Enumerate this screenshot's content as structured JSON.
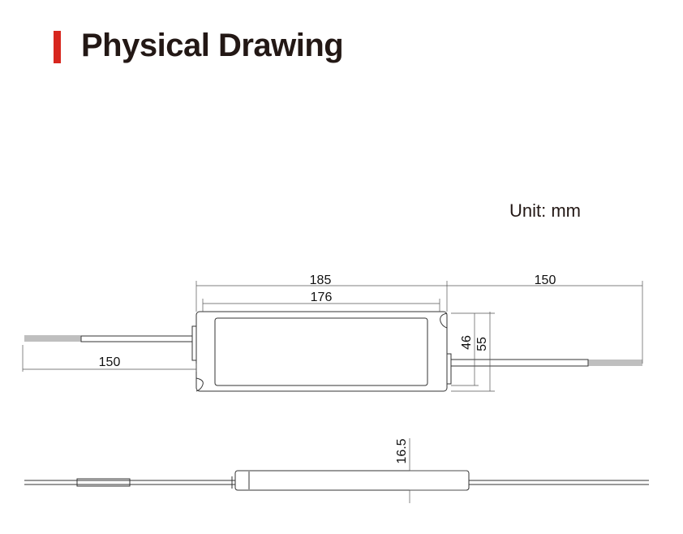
{
  "header": {
    "title": "Physical Drawing",
    "accent_color": "#d7261e"
  },
  "unit_label": "Unit: mm",
  "top_view": {
    "overall_length": "185",
    "inner_length": "176",
    "left_cable": "150",
    "right_cable": "150",
    "inner_width": "46",
    "overall_width": "55"
  },
  "side_view": {
    "height": "16.5"
  }
}
